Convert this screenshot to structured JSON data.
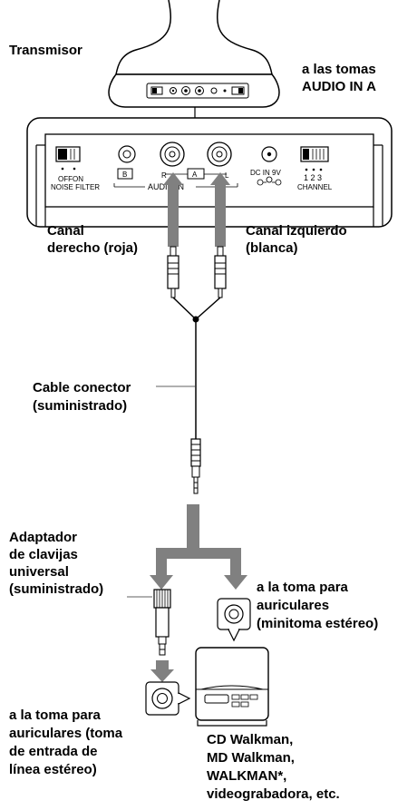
{
  "labels": {
    "transmitter": "Transmisor",
    "to_audio_in_1": "a las tomas",
    "to_audio_in_2": "AUDIO IN A",
    "right_channel_1": "Canal",
    "right_channel_2": "derecho (roja)",
    "left_channel_1": "Canal izquierdo",
    "left_channel_2": "(blanca)",
    "cable_1": "Cable conector",
    "cable_2": "(suministrado)",
    "adaptor_1": "Adaptador",
    "adaptor_2": "de clavijas",
    "adaptor_3": "universal",
    "adaptor_4": "(suministrado)",
    "mini_jack_1": "a la toma para",
    "mini_jack_2": "auriculares",
    "mini_jack_3": "(minitoma estéreo)",
    "line_jack_1": "a la toma para",
    "line_jack_2": "auriculares (toma",
    "line_jack_3": "de entrada de",
    "line_jack_4": "línea estéreo)",
    "device_1": "CD Walkman,",
    "device_2": "MD Walkman,",
    "device_3": "WALKMAN*,",
    "device_4": "videograbadora, etc."
  },
  "panel": {
    "switch_off": "OFF",
    "switch_on": "ON",
    "switch_name": "NOISE FILTER",
    "jack_b": "B",
    "jack_a": "A",
    "jack_r": "R",
    "jack_l": "L",
    "audio_in": "AUDIO IN",
    "dc_in": "DC IN 9V",
    "channel_numbers": "1 2 3",
    "channel_name": "CHANNEL"
  }
}
